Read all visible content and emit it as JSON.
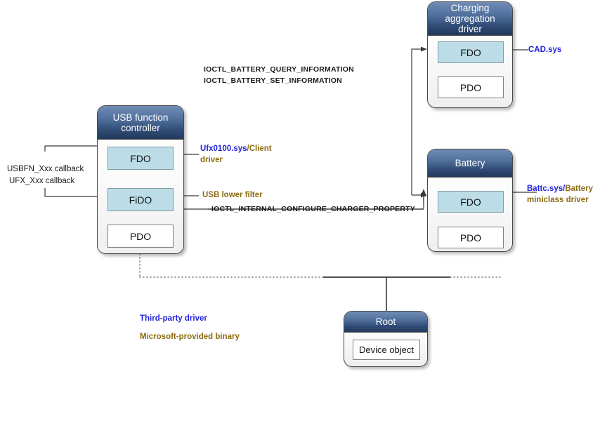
{
  "diagram": {
    "title": "USB charging / battery driver stack",
    "colors": {
      "third_party": "#2222dd",
      "microsoft_binary": "#8a6a10",
      "node_header": "#2f4a73",
      "filled_object": "#bcdde8"
    },
    "nodes": [
      {
        "id": "usb-function-controller",
        "title": "USB function\ncontroller",
        "title_line1": "USB function",
        "title_line2": "controller",
        "objects": [
          {
            "id": "fdo",
            "label": "FDO",
            "filled": true
          },
          {
            "id": "fido",
            "label": "FiDO",
            "filled": true
          },
          {
            "id": "pdo",
            "label": "PDO",
            "filled": false
          }
        ]
      },
      {
        "id": "charging-aggregation-driver",
        "title": "Charging\naggregation driver",
        "title_line1": "Charging",
        "title_line2": "aggregation driver",
        "objects": [
          {
            "id": "fdo",
            "label": "FDO",
            "filled": true
          },
          {
            "id": "pdo",
            "label": "PDO",
            "filled": false
          }
        ]
      },
      {
        "id": "battery",
        "title": "Battery",
        "title_line1": "Battery",
        "title_line2": "",
        "objects": [
          {
            "id": "fdo",
            "label": "FDO",
            "filled": true
          },
          {
            "id": "pdo",
            "label": "PDO",
            "filled": false
          }
        ]
      },
      {
        "id": "root",
        "title": "Root",
        "title_line1": "Root",
        "title_line2": "",
        "objects": [
          {
            "id": "device-object",
            "label": "Device object",
            "filled": false
          }
        ]
      }
    ],
    "annotations": {
      "ioctl_battery_query": "IOCTL_BATTERY_QUERY_INFORMATION",
      "ioctl_battery_set": "IOCTL_BATTERY_SET_INFORMATION",
      "ioctl_internal_configure_charger": "IOCTL_INTERNAL_CONFIGURE_CHARGER_PROPERTY",
      "usbfn_callback": "USBFN_Xxx callback",
      "ufx_callback": "UFX_Xxx callback",
      "ufx_driver_blue": "Ufx0100.sys",
      "ufx_driver_gold": "/Client",
      "ufx_driver_gold2": "driver",
      "usb_lower_filter": "USB lower filter",
      "cad_sys": "CAD.sys",
      "battc_blue": "Battc.sys/",
      "battc_gold": "Battery",
      "battc_gold2": "miniclass driver"
    },
    "legend": [
      {
        "id": "third-party",
        "label": "Third-party driver",
        "color": "#2222dd"
      },
      {
        "id": "microsoft-binary",
        "label": "Microsoft-provided binary",
        "color": "#8a6a10"
      }
    ]
  }
}
